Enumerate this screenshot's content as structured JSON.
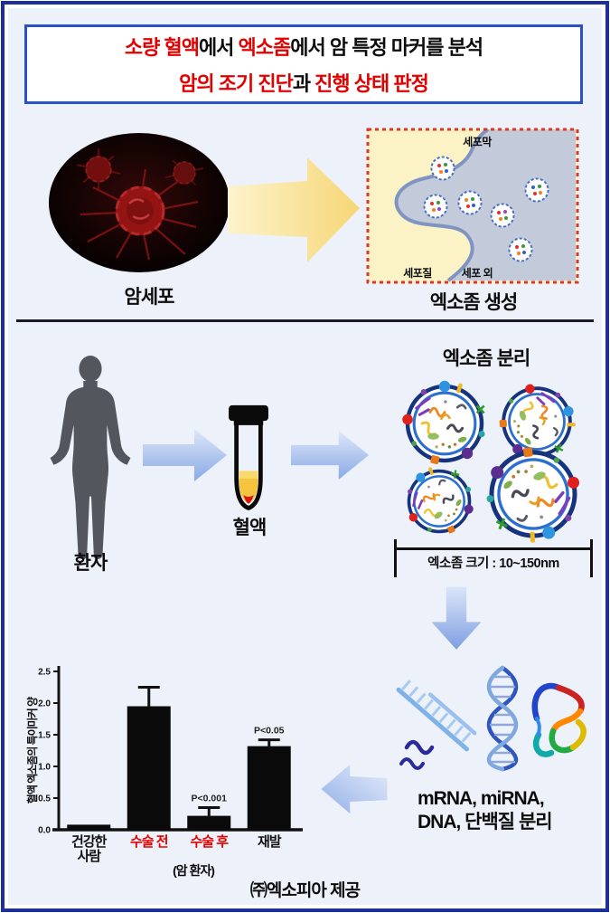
{
  "header": {
    "line1": {
      "seg1": "소량 혈액",
      "seg2": "에서 ",
      "seg3": "엑소좀",
      "seg4": "에서 암 특정 마커를 분석"
    },
    "line2": {
      "seg1": "암의 조기 진단",
      "seg2": "과 ",
      "seg3": "진행 상태 판정"
    }
  },
  "top_section": {
    "cancer_cell_label": "암세포",
    "exosome_generation_label": "엑소좀 생성",
    "diagram": {
      "membrane": "세포막",
      "cytoplasm": "세포질",
      "extracellular": "세포 외"
    }
  },
  "middle_section": {
    "patient_label": "환자",
    "blood_label": "혈액",
    "exosome_isolation_label": "엑소좀 분리",
    "size_scale_label": "엑소좀 크기 : 10~150nm"
  },
  "bottom_section": {
    "molecules_line1": "mRNA, miRNA,",
    "molecules_line2": "DNA, 단백질 분리",
    "credit": "㈜엑소피아 제공"
  },
  "chart_data": {
    "type": "bar",
    "title": "",
    "ylabel": "혈액 엑소좀의 특이마커 양",
    "xlabel": "",
    "ylim": [
      0,
      2.5
    ],
    "yticks": [
      "0.0",
      "0.5",
      "1.0",
      "1.5",
      "2.0",
      "2.5"
    ],
    "categories": [
      "건강한\n사람",
      "수술 전",
      "수술 후",
      "재발"
    ],
    "category_colors": [
      "black",
      "red",
      "red",
      "black"
    ],
    "values": [
      0.08,
      1.95,
      0.22,
      1.32
    ],
    "errors": [
      0,
      0.3,
      0.13,
      0.1
    ],
    "annotations": [
      {
        "bar_index": 2,
        "text": "P<0.001"
      },
      {
        "bar_index": 3,
        "text": "P<0.05"
      }
    ],
    "group_note": "(암 환자)",
    "bar_color": "#0a0a0a",
    "grid": false,
    "legend": null
  },
  "colors": {
    "frame_border": "#1d2f9b",
    "title_border": "#2b51c6",
    "background": "#edf2fa",
    "accent_red": "#e30000",
    "arrow_blue": "#8aa9e6",
    "arrow_yellow": "#f6d676",
    "bar": "#0a0a0a"
  }
}
